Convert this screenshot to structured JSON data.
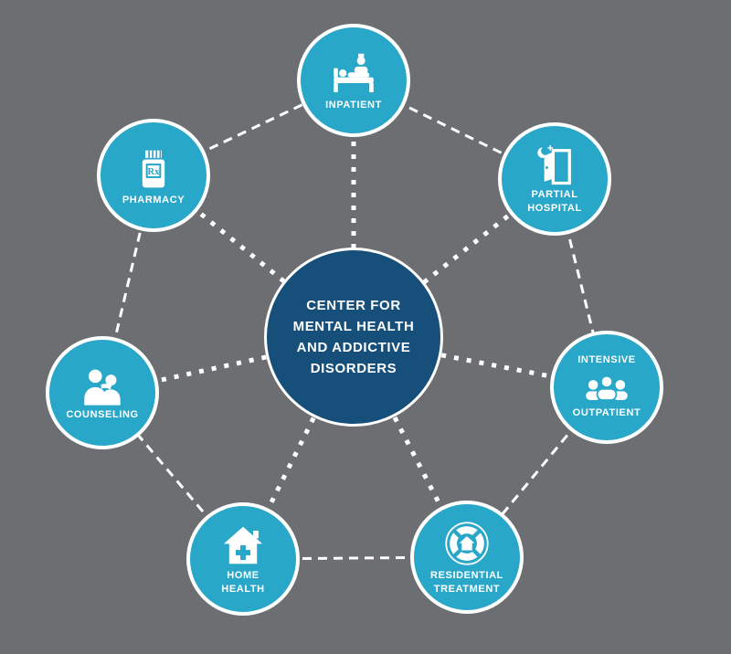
{
  "colors": {
    "background": "#6d6e71",
    "node_fill": "#29a7c9",
    "center_fill": "#174f7b",
    "line": "#ffffff",
    "text": "#ffffff"
  },
  "center": {
    "lines": [
      "CENTER FOR",
      "MENTAL HEALTH",
      "AND ADDICTIVE",
      "DISORDERS"
    ]
  },
  "nodes": {
    "inpatient": {
      "label": "INPATIENT"
    },
    "partial_hospital": {
      "line1": "PARTIAL",
      "line2": "HOSPITAL"
    },
    "intensive_outpatient": {
      "line1": "INTENSIVE",
      "line2": "OUTPATIENT"
    },
    "residential_treatment": {
      "line1": "RESIDENTIAL",
      "line2": "TREATMENT"
    },
    "home_health": {
      "line1": "HOME",
      "line2": "HEALTH"
    },
    "counseling": {
      "label": "COUNSELING"
    },
    "pharmacy": {
      "label": "PHARMACY",
      "rx_label": "Rx"
    }
  }
}
